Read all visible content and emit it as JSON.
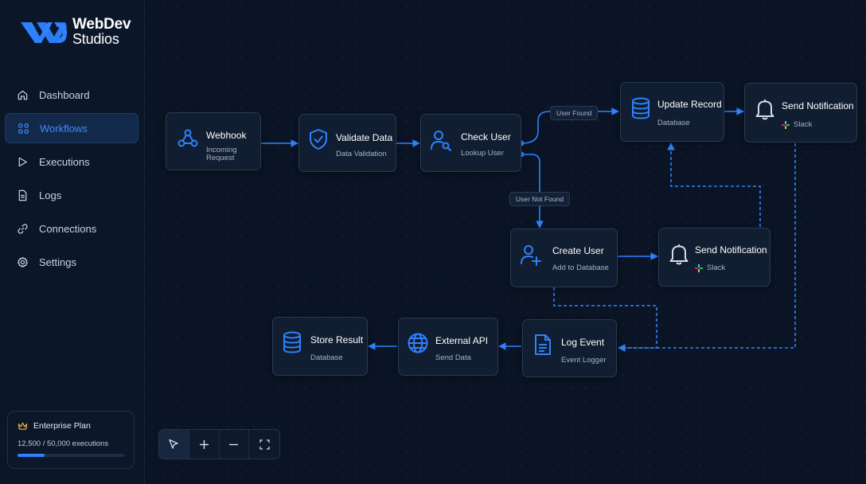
{
  "brand": {
    "line1": "WebDev",
    "line2": "Studios",
    "color": "#2e82ff"
  },
  "nav": [
    {
      "label": "Dashboard",
      "icon": "home-icon"
    },
    {
      "label": "Workflows",
      "icon": "workflows-icon",
      "active": true
    },
    {
      "label": "Executions",
      "icon": "play-icon"
    },
    {
      "label": "Logs",
      "icon": "document-icon"
    },
    {
      "label": "Connections",
      "icon": "link-icon"
    },
    {
      "label": "Settings",
      "icon": "gear-icon"
    }
  ],
  "plan": {
    "title": "Enterprise Plan",
    "usage": "12,500 / 50,000 executions",
    "used": 12500,
    "limit": 50000,
    "icon": "crown-icon"
  },
  "nodes": {
    "webhook": {
      "title": "Webhook",
      "sub": "Incoming Request",
      "icon": "webhook-icon"
    },
    "validate": {
      "title": "Validate Data",
      "sub": "Data Validation",
      "icon": "shield-check-icon"
    },
    "check_user": {
      "title": "Check User",
      "sub": "Lookup User",
      "icon": "user-search-icon"
    },
    "update_record": {
      "title": "Update Record",
      "sub": "Database",
      "icon": "database-icon"
    },
    "notify_1": {
      "title": "Send Notification",
      "sub": "Slack",
      "icon": "bell-icon"
    },
    "create_user": {
      "title": "Create User",
      "sub": "Add to Database",
      "icon": "user-plus-icon"
    },
    "notify_2": {
      "title": "Send Notification",
      "sub": "Slack",
      "icon": "bell-icon"
    },
    "log_event": {
      "title": "Log Event",
      "sub": "Event Logger",
      "icon": "file-icon"
    },
    "external_api": {
      "title": "External API",
      "sub": "Send Data",
      "icon": "globe-icon"
    },
    "store_result": {
      "title": "Store Result",
      "sub": "Database",
      "icon": "database-icon"
    }
  },
  "edge_labels": {
    "found": "User Found",
    "not_found": "User Not Found"
  },
  "toolbar": [
    "pointer-icon",
    "zoom-in-icon",
    "zoom-out-icon",
    "fit-view-icon"
  ],
  "colors": {
    "accent": "#2e82ff",
    "background": "#0a1424",
    "node": "#111d30"
  }
}
